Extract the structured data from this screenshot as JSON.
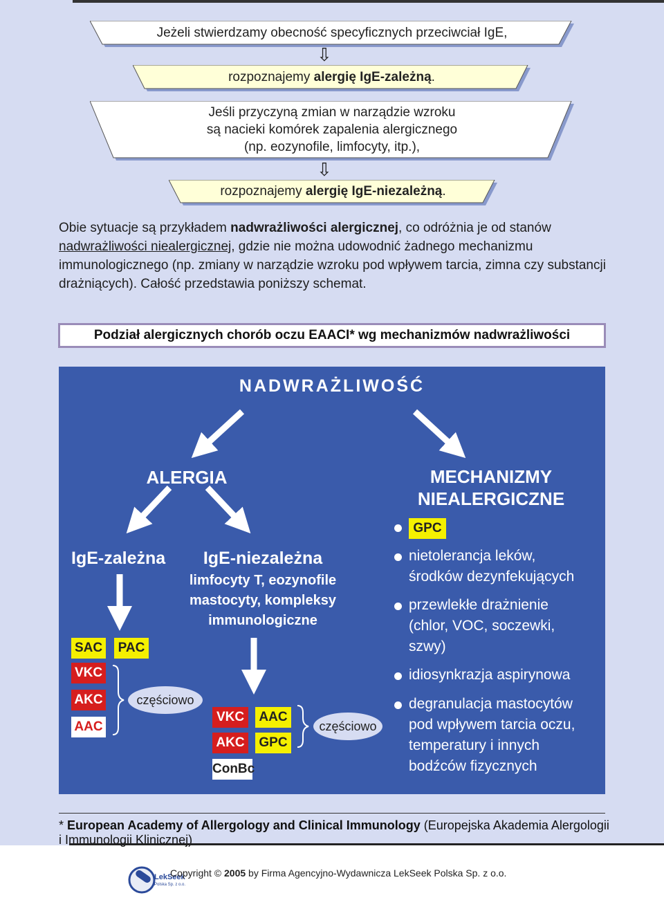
{
  "banners": {
    "line1": "Jeżeli stwierdzamy obecność specyficznych przeciwciał IgE,",
    "line2_pre": "rozpoznajemy ",
    "line2_bold": "alergię IgE-zależną",
    "line2_post": ".",
    "line3a": "Jeśli przyczyną zmian w narządzie wzroku",
    "line3b": "są nacieki komórek zapalenia alergicznego",
    "line3c": "(np. eozynofile, limfocyty, itp.),",
    "line4_pre": "rozpoznajemy ",
    "line4_bold": "alergię IgE-niezależną",
    "line4_post": ".",
    "arrow": "⇩"
  },
  "paragraph": {
    "p1": "Obie sytuacje są przykładem ",
    "b1": "nadwrażliwości alergicznej",
    "p2": ", co odróżnia je od stanów ",
    "u1": "nadwrażliwości niealergicznej",
    "p3": ", gdzie nie można udowodnić żadnego mechanizmu immunologicznego (np. zmiany w narządzie wzroku pod wpływem tarcia, zimna czy substancji drażniących). Całość przedstawia poniższy schemat."
  },
  "diagram_title": "Podział alergicznych chorób oczu EAACI* wg mechanizmów nadwrażliwości",
  "diagram": {
    "root": "NADWRAŻLIWOŚĆ",
    "left": "ALERGIA",
    "right_line1": "MECHANIZMY",
    "right_line2": "NIEALERGICZNE",
    "ige_dep": "IgE-zależna",
    "ige_indep": "IgE-niezależna",
    "ige_indep_sub1": "limfocyty T, eozynofile",
    "ige_indep_sub2": "mastocyty, kompleksy",
    "ige_indep_sub3": "immunologiczne",
    "chips_left": [
      "SAC",
      "PAC",
      "VKC",
      "AKC",
      "AAC"
    ],
    "chips_mid": [
      "VKC",
      "AAC",
      "AKC",
      "GPC",
      "ConBc"
    ],
    "partially": "częściowo",
    "gpc": "GPC",
    "bullets": [
      [
        "nietolerancja leków,",
        "środków dezynfekujących"
      ],
      [
        "przewlekłe drażnienie",
        "(chlor, VOC, soczewki,",
        "szwy)"
      ],
      [
        "idiosynkrazja aspirynowa"
      ],
      [
        "degranulacja mastocytów",
        "pod wpływem tarcia oczu,",
        "temperatury i innych",
        "bodźców fizycznych"
      ]
    ],
    "colors": {
      "panel": "#3a5bab",
      "yellow": "#f5f000",
      "red": "#d61e1e",
      "lavender": "#d6dcf2"
    }
  },
  "footnote": {
    "star": "* ",
    "bold": "European Academy of Allergology and Clinical Immunology",
    "rest": " (Europejska Akademia Alergologii i Immunologii Klinicznej)"
  },
  "copyright": {
    "pre": "Copyright © ",
    "year": "2005",
    "post": " by Firma Agencyjno-Wydawnicza LekSeek Polska Sp. z o.o."
  },
  "logo": {
    "name": "LekSeek",
    "sub": "Polska Sp. z o.o."
  }
}
